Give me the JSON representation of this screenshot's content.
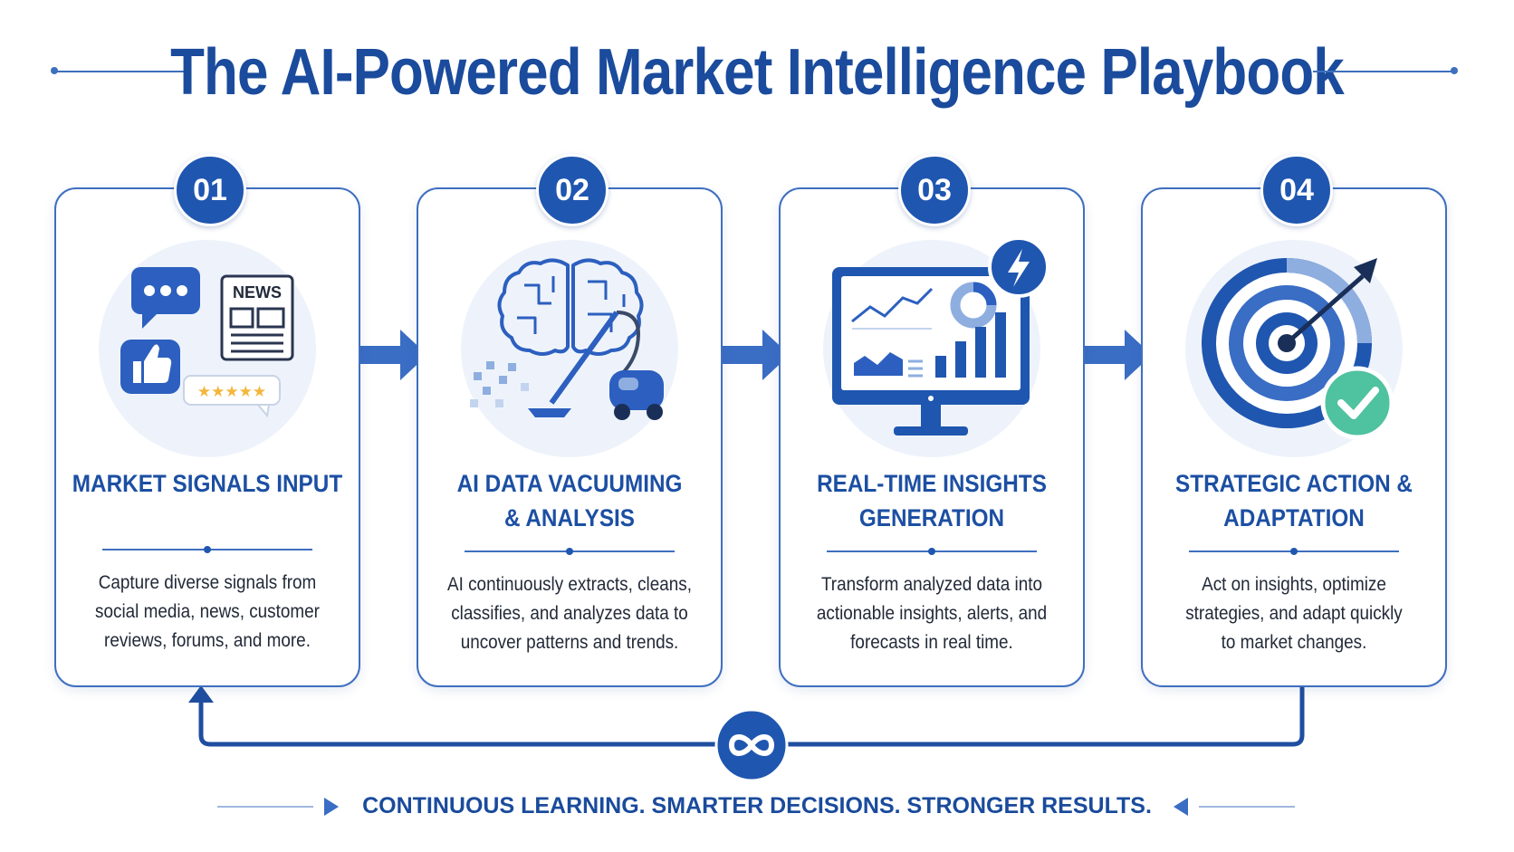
{
  "title": "The AI-Powered Market Intelligence Playbook",
  "steps": [
    {
      "number": "01",
      "title_lines": [
        "MARKET SIGNALS INPUT"
      ],
      "description_lines": [
        "Capture diverse signals from",
        "social media, news, customer",
        "reviews, forums, and more."
      ],
      "icon_labels": {
        "news": "NEWS"
      }
    },
    {
      "number": "02",
      "title_lines": [
        "AI DATA VACUUMING",
        "& ANALYSIS"
      ],
      "description_lines": [
        "AI continuously extracts, cleans,",
        "classifies, and analyzes data to",
        "uncover patterns and trends."
      ]
    },
    {
      "number": "03",
      "title_lines": [
        "REAL-TIME INSIGHTS",
        "GENERATION"
      ],
      "description_lines": [
        "Transform analyzed data into",
        "actionable insights, alerts, and",
        "forecasts in real time."
      ]
    },
    {
      "number": "04",
      "title_lines": [
        "STRATEGIC ACTION &",
        "ADAPTATION"
      ],
      "description_lines": [
        "Act on insights, optimize",
        "strategies, and adapt quickly",
        "to market changes."
      ]
    }
  ],
  "footer": "CONTINUOUS LEARNING. SMARTER DECISIONS. STRONGER RESULTS.",
  "colors": {
    "primary": "#1f56b0",
    "title": "#1a4b9c",
    "border": "#3f6fbf",
    "accent_green": "#4fc2a0",
    "star": "#f4b63c"
  },
  "icons": [
    "speech-bubble-icon",
    "thumbs-up-icon",
    "newspaper-icon",
    "star-rating-icon",
    "brain-icon",
    "vacuum-icon",
    "monitor-chart-icon",
    "lightning-icon",
    "target-icon",
    "checkmark-icon",
    "infinity-icon"
  ]
}
